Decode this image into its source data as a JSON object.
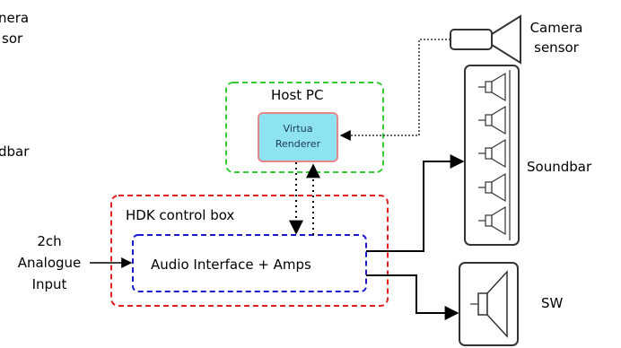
{
  "labels": {
    "cut_camera_line1": "nera",
    "cut_camera_line2": "sor",
    "cut_soundbar": "dbar",
    "camera_line1": "Camera",
    "camera_line2": "sensor",
    "host_pc": "Host PC",
    "renderer_line1": "Virtua",
    "renderer_line2": "Renderer",
    "soundbar": "Soundbar",
    "hdk": "HDK control box",
    "audio_interface": "Audio Interface + Amps",
    "input_line1": "2ch",
    "input_line2": "Analogue",
    "input_line3": "Input",
    "subwoofer": "SW"
  },
  "colors": {
    "host_pc_border": "#33cc33",
    "hdk_border": "#e02020",
    "audio_border": "#1a1acc",
    "renderer_fill": "#8de3f2",
    "renderer_border": "#e8878a",
    "line": "#000000",
    "device_outline": "#333333"
  }
}
